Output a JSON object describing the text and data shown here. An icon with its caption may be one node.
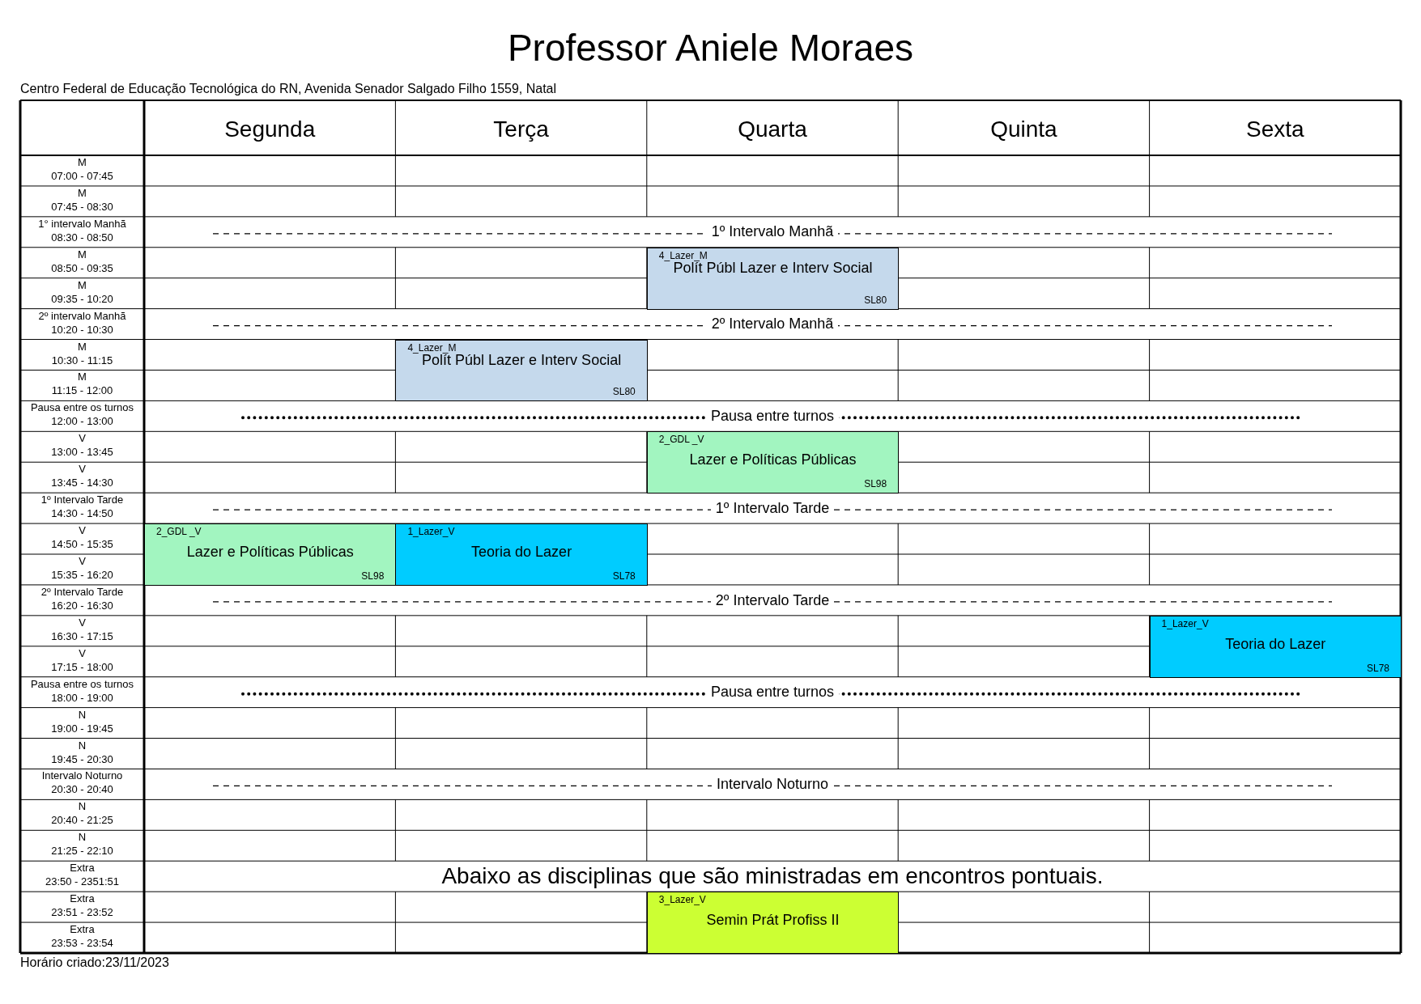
{
  "diagram": {
    "title": "Professor Aniele Moraes",
    "nodes": [
      {
        "text": [
          "4_Lazer_M",
          "Polít Públ Lazer e Interv Social",
          "SL80"
        ]
      },
      {
        "text": [
          "4_Lazer_M",
          "Polít Públ Lazer e Interv Social",
          "SL80"
        ]
      },
      {
        "text": [
          "2_GDL _V",
          "Lazer e Políticas Públicas",
          "SL98"
        ]
      },
      {
        "text": [
          "2_GDL _V",
          "Lazer e Políticas Públicas",
          "SL98"
        ]
      },
      {
        "text": [
          "1_Lazer_V",
          "Teoria do Lazer",
          "SL78"
        ]
      },
      {
        "text": [
          "1_Lazer_V",
          "Teoria do Lazer",
          "SL78"
        ]
      },
      {
        "text": [
          "3_Lazer_V",
          "Semin Prát Profiss II"
        ]
      }
    ],
    "labels": [
      "Centro Federal de Educação Tecnológica do RN, Avenida Senador Salgado Filho 1559, Natal",
      "Segunda",
      "Terça",
      "Quarta",
      "Quinta",
      "Sexta",
      "M",
      "07:00 - 07:45",
      "M",
      "07:45 - 08:30",
      "1° intervalo Manhã",
      "08:30 - 08:50",
      "1º Intervalo Manhã",
      "M",
      "08:50 - 09:35",
      "M",
      "09:35 - 10:20",
      "2º intervalo Manhã",
      "10:20 - 10:30",
      "2º Intervalo Manhã",
      "M",
      "10:30 - 11:15",
      "M",
      "11:15 - 12:00",
      "Pausa entre os turnos",
      "12:00 - 13:00",
      "Pausa entre turnos",
      "V",
      "13:00 - 13:45",
      "V",
      "13:45 - 14:30",
      "1º Intervalo Tarde",
      "14:30 - 14:50",
      "1º Intervalo Tarde",
      "V",
      "14:50 - 15:35",
      "V",
      "15:35 - 16:20",
      "2º Intervalo Tarde",
      "16:20 - 16:30",
      "2º Intervalo Tarde",
      "V",
      "16:30 - 17:15",
      "V",
      "17:15 - 18:00",
      "Pausa entre os turnos",
      "18:00 - 19:00",
      "Pausa entre turnos",
      "N",
      "19:00 - 19:45",
      "N",
      "19:45 - 20:30",
      "Intervalo Noturno",
      "20:30 - 20:40",
      "Intervalo Noturno",
      "N",
      "20:40 - 21:25",
      "N",
      "21:25 - 22:10",
      "Extra",
      "23:50 - 2351:51",
      "Abaixo as disciplinas que são ministradas em encontros pontuais.",
      "Extra",
      "23:51 - 23:52",
      "Extra",
      "23:53 - 23:54",
      "Horário criado:23/11/2023"
    ]
  }
}
